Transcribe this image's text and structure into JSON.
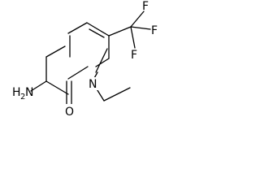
{
  "molecule": {
    "atoms": {
      "amino_h": "H",
      "amino_subscript": "2",
      "amino_n": "N",
      "carbonyl_o": "O",
      "ring_n": "N",
      "fluorine_top": "F",
      "fluorine_right": "F",
      "fluorine_bottom": "F"
    }
  },
  "colors": {
    "bond": "#000000",
    "label": "#000000",
    "background": "#ffffff"
  }
}
